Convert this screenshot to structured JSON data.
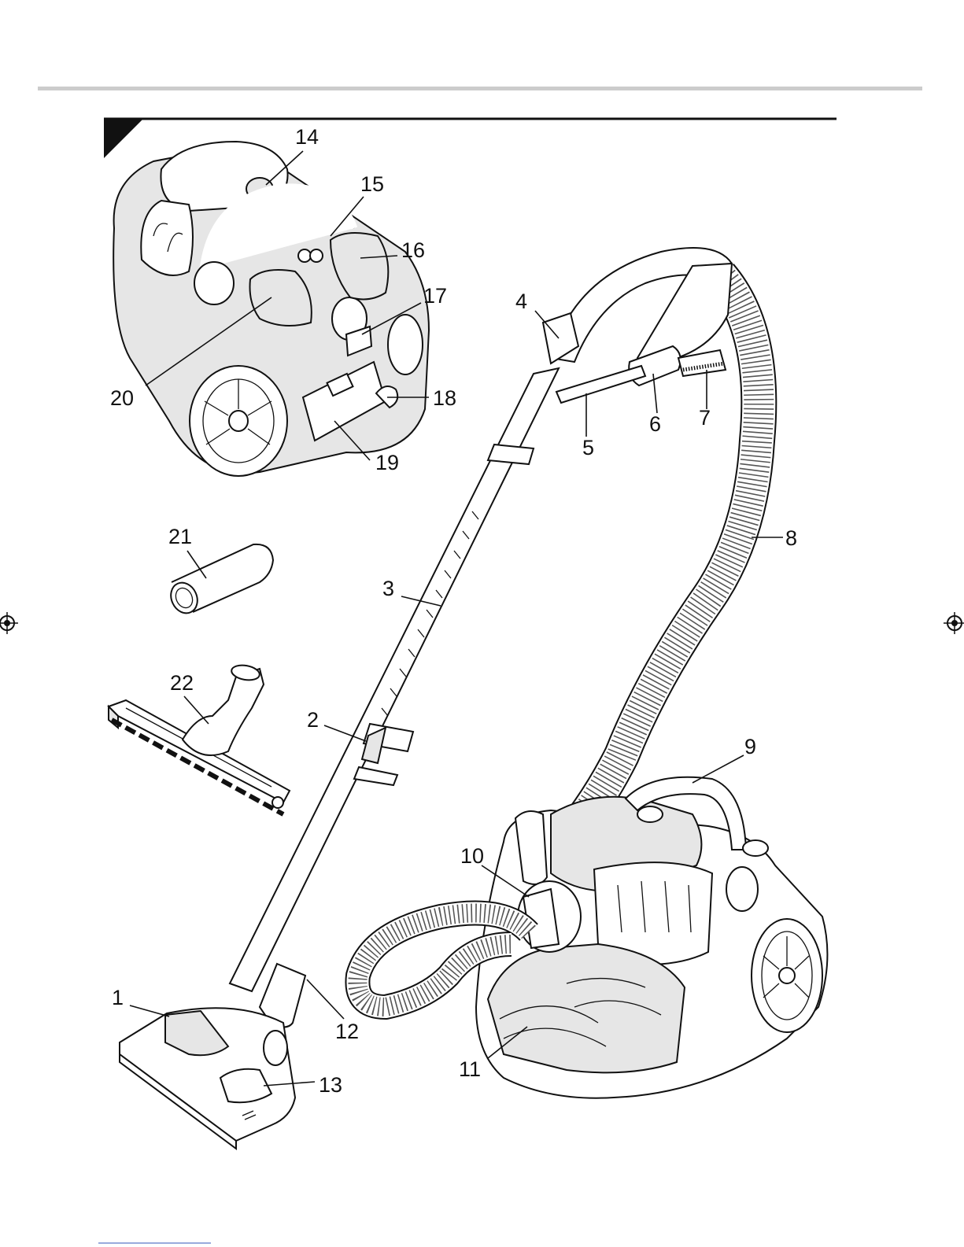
{
  "colors": {
    "ink": "#111111",
    "rule": "#cccccc",
    "paper": "#ffffff"
  },
  "callouts": [
    {
      "id": "1",
      "text": "1"
    },
    {
      "id": "2",
      "text": "2"
    },
    {
      "id": "3",
      "text": "3"
    },
    {
      "id": "4",
      "text": "4"
    },
    {
      "id": "5",
      "text": "5"
    },
    {
      "id": "6",
      "text": "6"
    },
    {
      "id": "7",
      "text": "7"
    },
    {
      "id": "8",
      "text": "8"
    },
    {
      "id": "9",
      "text": "9"
    },
    {
      "id": "10",
      "text": "10"
    },
    {
      "id": "11",
      "text": "11"
    },
    {
      "id": "12",
      "text": "12"
    },
    {
      "id": "13",
      "text": "13"
    },
    {
      "id": "14",
      "text": "14"
    },
    {
      "id": "15",
      "text": "15"
    },
    {
      "id": "16",
      "text": "16"
    },
    {
      "id": "17",
      "text": "17"
    },
    {
      "id": "18",
      "text": "18"
    },
    {
      "id": "19",
      "text": "19"
    },
    {
      "id": "20",
      "text": "20"
    },
    {
      "id": "21",
      "text": "21"
    },
    {
      "id": "22",
      "text": "22"
    }
  ],
  "icons": [
    "registration-mark-icon"
  ]
}
